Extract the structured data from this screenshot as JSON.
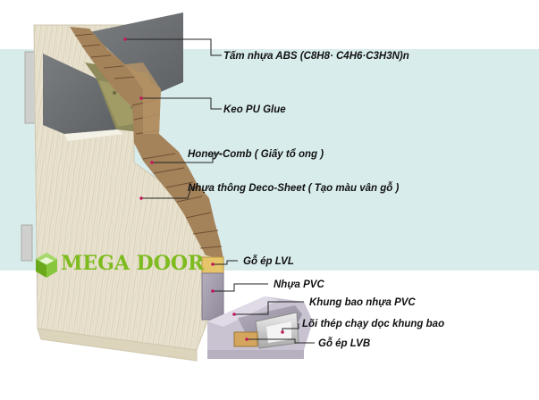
{
  "brand": {
    "name": "MEGA DOOR",
    "tagline": "",
    "color": "#7dbb1e"
  },
  "colors": {
    "panel": "#d9ecec",
    "leader": "#222222",
    "marker": "#c2185b"
  },
  "labels": [
    {
      "id": "abs",
      "text": "Tấm nhựa ABS (C8H8· C4H6·C3H3N)n"
    },
    {
      "id": "pu-glue",
      "text": "Keo PU Glue"
    },
    {
      "id": "honeycomb",
      "text": "Honey-Comb ( Giấy tổ ong )"
    },
    {
      "id": "deco-sheet",
      "text": "Nhựa thông Deco-Sheet ( Tạo màu vân gỗ )"
    },
    {
      "id": "lvl",
      "text": "Gỗ ép LVL"
    },
    {
      "id": "pvc",
      "text": "Nhựa PVC"
    },
    {
      "id": "frame-pvc",
      "text": "Khung bao nhựa PVC"
    },
    {
      "id": "steel-core",
      "text": "Lõi thép chạy dọc khung bao"
    },
    {
      "id": "lvb",
      "text": "Gỗ ép LVB"
    }
  ]
}
